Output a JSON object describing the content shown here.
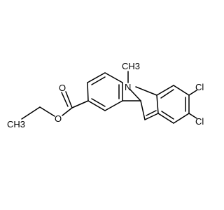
{
  "molecule": {
    "atom_labels": {
      "carbonyl_oxygen": "O",
      "ester_oxygen": "O",
      "methyl": "CH3",
      "nitrogen": "N",
      "n_methyl": "CH3",
      "chlorine_6": "Cl",
      "chlorine_5": "Cl"
    }
  },
  "colors": {
    "bond": "#000000",
    "text": "#000000",
    "background": "#ffffff"
  }
}
